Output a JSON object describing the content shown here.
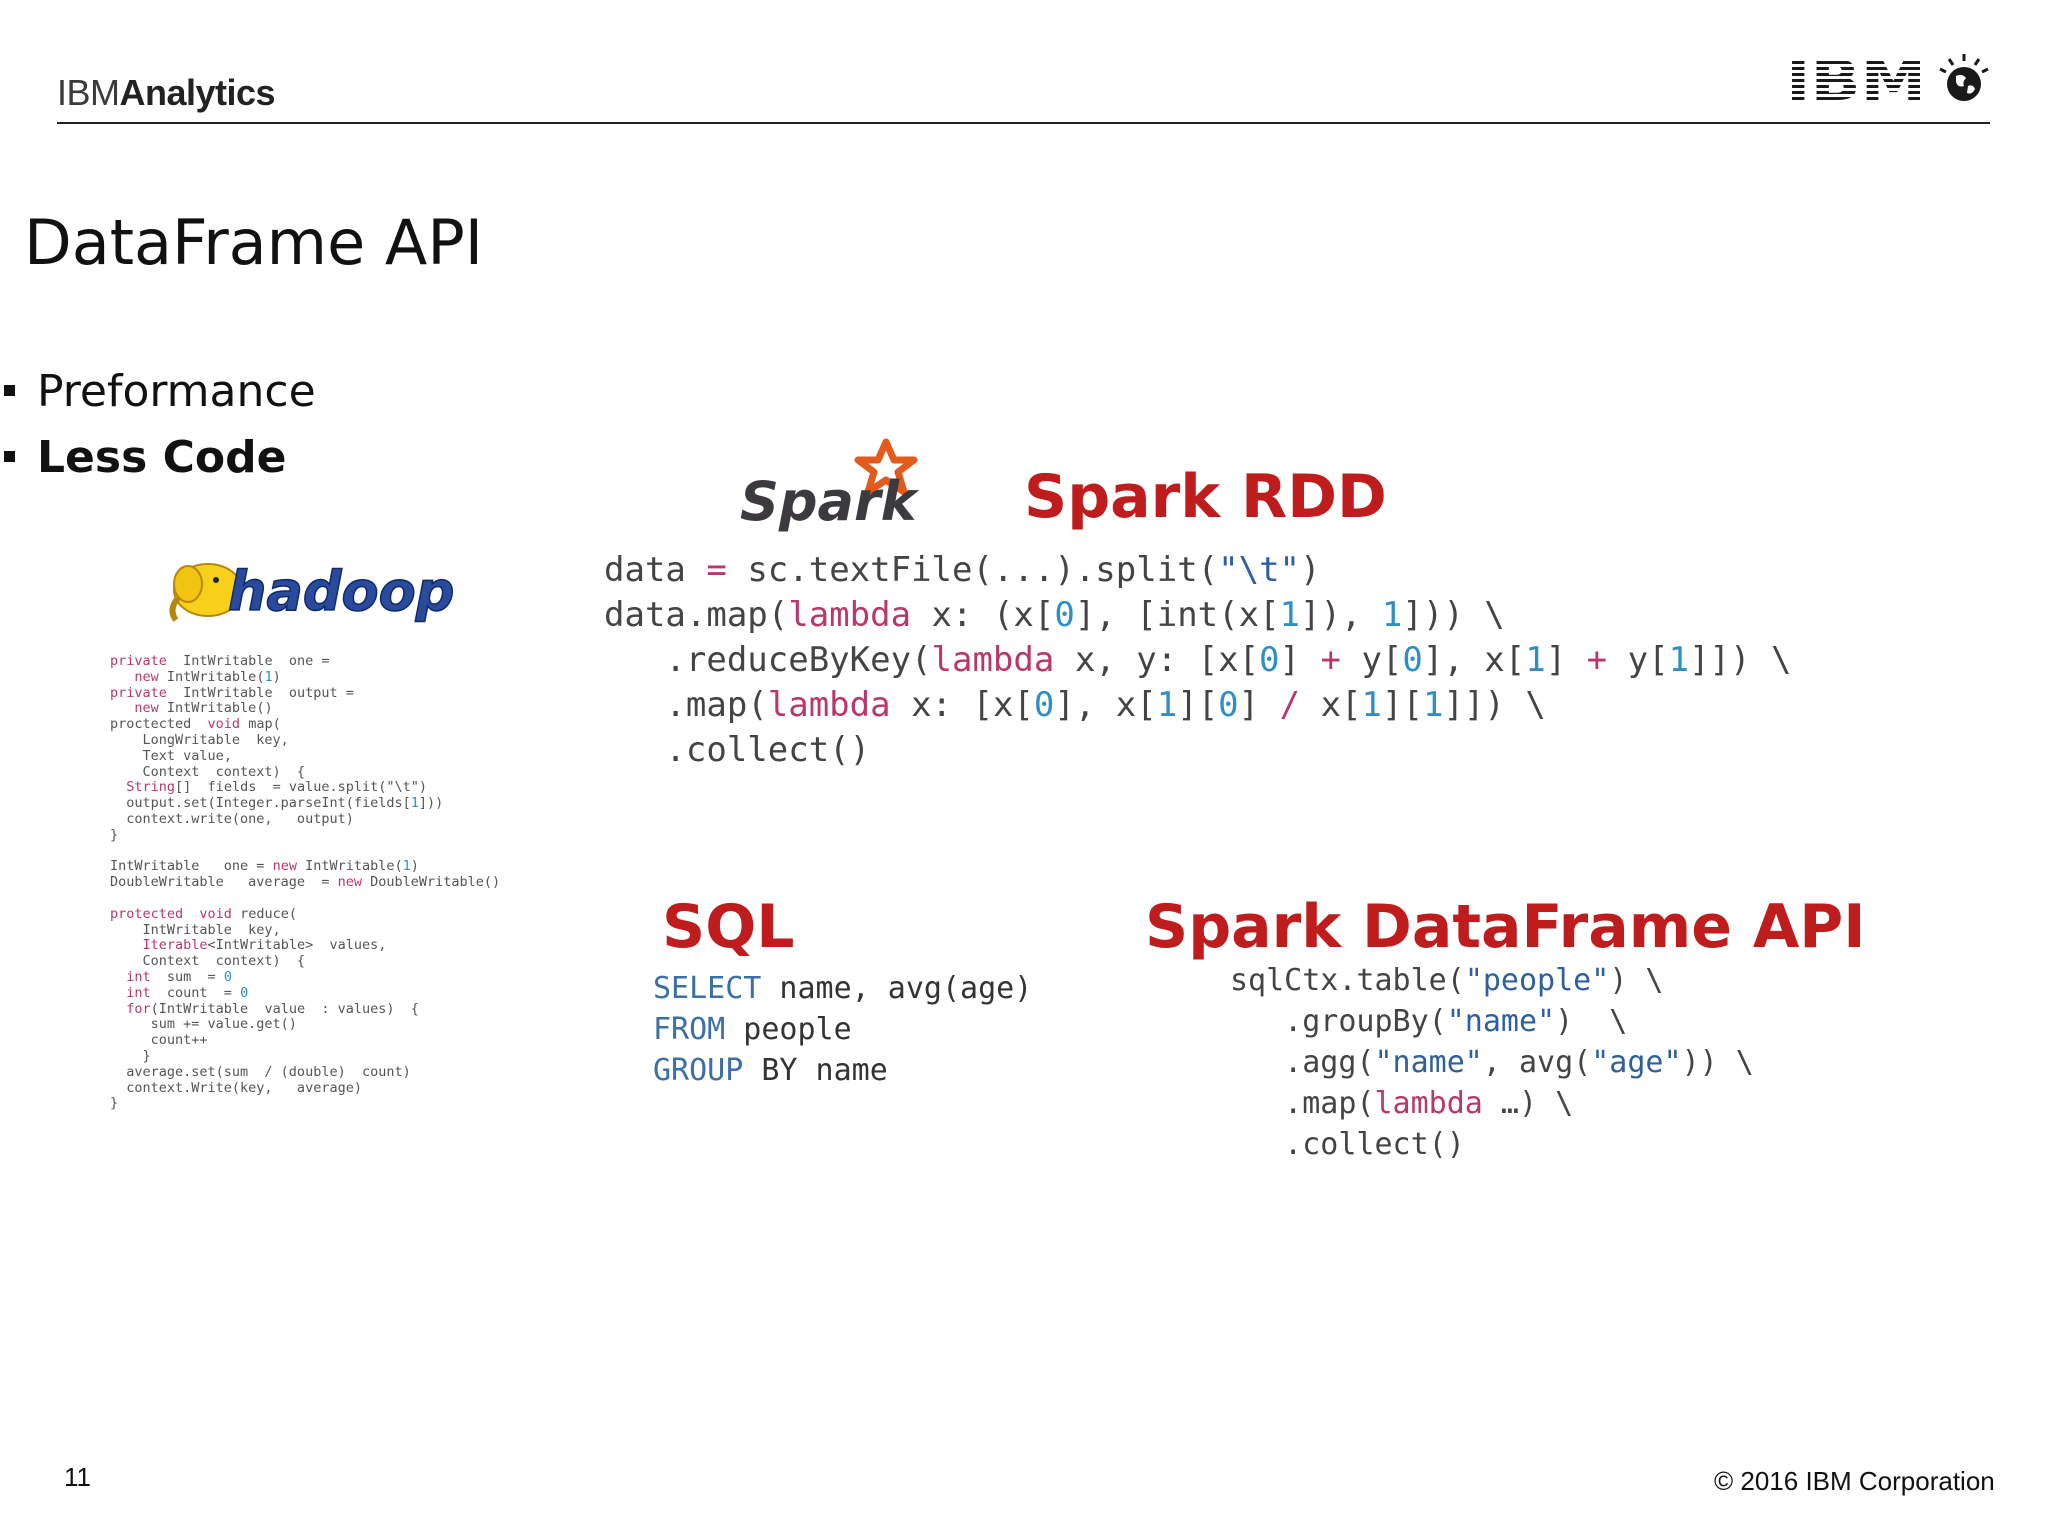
{
  "header": {
    "brand_prefix": "IBM",
    "brand_bold": "Analytics",
    "logo_text": "IBM"
  },
  "slide": {
    "title": "DataFrame API",
    "bullets": [
      "Preformance",
      "Less Code"
    ]
  },
  "hadoop": {
    "logo_text": "hadoop",
    "code_lines": [
      [
        [
          "k",
          "private"
        ],
        [
          "t",
          "  IntWritable  one ="
        ]
      ],
      [
        [
          "t",
          "   "
        ],
        [
          "k",
          "new"
        ],
        [
          "t",
          " IntWritable("
        ],
        [
          "n",
          "1"
        ],
        [
          "t",
          ")"
        ]
      ],
      [
        [
          "k",
          "private"
        ],
        [
          "t",
          "  IntWritable  output ="
        ]
      ],
      [
        [
          "t",
          "   "
        ],
        [
          "k",
          "new"
        ],
        [
          "t",
          " IntWritable()"
        ]
      ],
      [
        [
          "t",
          "proctected  "
        ],
        [
          "k",
          "void"
        ],
        [
          "t",
          " map("
        ]
      ],
      [
        [
          "t",
          "    LongWritable  key,"
        ]
      ],
      [
        [
          "t",
          "    Text value,"
        ]
      ],
      [
        [
          "t",
          "    Context  context)  {"
        ]
      ],
      [
        [
          "t",
          "  "
        ],
        [
          "k",
          "String"
        ],
        [
          "t",
          "[]  fields  = value.split(\"\\t\")"
        ]
      ],
      [
        [
          "t",
          "  output.set(Integer.parseInt(fields["
        ],
        [
          "n",
          "1"
        ],
        [
          "t",
          "]))"
        ]
      ],
      [
        [
          "t",
          "  context.write(one,   output)"
        ]
      ],
      [
        [
          "t",
          "}"
        ]
      ],
      [
        [
          "t",
          ""
        ]
      ],
      [
        [
          "t",
          "IntWritable   one = "
        ],
        [
          "k",
          "new"
        ],
        [
          "t",
          " IntWritable("
        ],
        [
          "n",
          "1"
        ],
        [
          "t",
          ")"
        ]
      ],
      [
        [
          "t",
          "DoubleWritable   average  = "
        ],
        [
          "k",
          "new"
        ],
        [
          "t",
          " DoubleWritable()"
        ]
      ],
      [
        [
          "t",
          ""
        ]
      ],
      [
        [
          "k",
          "protected"
        ],
        [
          "t",
          "  "
        ],
        [
          "k",
          "void"
        ],
        [
          "t",
          " reduce("
        ]
      ],
      [
        [
          "t",
          "    IntWritable  key,"
        ]
      ],
      [
        [
          "t",
          "    "
        ],
        [
          "k",
          "Iterable"
        ],
        [
          "t",
          "<IntWritable>  values,"
        ]
      ],
      [
        [
          "t",
          "    Context  context)  {"
        ]
      ],
      [
        [
          "t",
          "  "
        ],
        [
          "k",
          "int"
        ],
        [
          "t",
          "  sum  = "
        ],
        [
          "n",
          "0"
        ]
      ],
      [
        [
          "t",
          "  "
        ],
        [
          "k",
          "int"
        ],
        [
          "t",
          "  count  = "
        ],
        [
          "n",
          "0"
        ]
      ],
      [
        [
          "t",
          "  "
        ],
        [
          "k",
          "for"
        ],
        [
          "t",
          "(IntWritable  value  : values)  {"
        ]
      ],
      [
        [
          "t",
          "     sum += value.get()"
        ]
      ],
      [
        [
          "t",
          "     count++"
        ]
      ],
      [
        [
          "t",
          "    }"
        ]
      ],
      [
        [
          "t",
          "  average.set(sum  / (double)  count)"
        ]
      ],
      [
        [
          "t",
          "  context.Write(key,   average)"
        ]
      ],
      [
        [
          "t",
          "}"
        ]
      ]
    ]
  },
  "spark_rdd": {
    "logo_text": "Spark",
    "title": "Spark RDD",
    "code_lines": [
      [
        [
          "t",
          "data "
        ],
        [
          "k",
          "="
        ],
        [
          "t",
          " sc.textFile(...).split("
        ],
        [
          "s",
          "\"\\t\""
        ],
        [
          "t",
          ")"
        ]
      ],
      [
        [
          "t",
          "data.map("
        ],
        [
          "k",
          "lambda"
        ],
        [
          "t",
          " x: (x["
        ],
        [
          "n",
          "0"
        ],
        [
          "t",
          "], [int(x["
        ],
        [
          "n",
          "1"
        ],
        [
          "t",
          "]), "
        ],
        [
          "n",
          "1"
        ],
        [
          "t",
          "])) \\"
        ]
      ],
      [
        [
          "t",
          "   .reduceByKey("
        ],
        [
          "k",
          "lambda"
        ],
        [
          "t",
          " x, y: [x["
        ],
        [
          "n",
          "0"
        ],
        [
          "t",
          "] "
        ],
        [
          "k",
          "+"
        ],
        [
          "t",
          " y["
        ],
        [
          "n",
          "0"
        ],
        [
          "t",
          "], x["
        ],
        [
          "n",
          "1"
        ],
        [
          "t",
          "] "
        ],
        [
          "k",
          "+"
        ],
        [
          "t",
          " y["
        ],
        [
          "n",
          "1"
        ],
        [
          "t",
          "]]) \\"
        ]
      ],
      [
        [
          "t",
          "   .map("
        ],
        [
          "k",
          "lambda"
        ],
        [
          "t",
          " x: [x["
        ],
        [
          "n",
          "0"
        ],
        [
          "t",
          "], x["
        ],
        [
          "n",
          "1"
        ],
        [
          "t",
          "]["
        ],
        [
          "n",
          "0"
        ],
        [
          "t",
          "] "
        ],
        [
          "k",
          "/"
        ],
        [
          "t",
          " x["
        ],
        [
          "n",
          "1"
        ],
        [
          "t",
          "]["
        ],
        [
          "n",
          "1"
        ],
        [
          "t",
          "]]) \\"
        ]
      ],
      [
        [
          "t",
          "   .collect()"
        ]
      ]
    ]
  },
  "sql": {
    "title": "SQL",
    "code_lines": [
      [
        [
          "q",
          "SELECT"
        ],
        [
          "t",
          " name, avg(age)"
        ]
      ],
      [
        [
          "q",
          "FROM"
        ],
        [
          "t",
          " people"
        ]
      ],
      [
        [
          "q",
          "GROUP"
        ],
        [
          "t",
          " BY name"
        ]
      ]
    ]
  },
  "dataframe": {
    "title": "Spark DataFrame API",
    "code_lines": [
      [
        [
          "t",
          "sqlCtx.table("
        ],
        [
          "s",
          "\"people\""
        ],
        [
          "t",
          ") \\"
        ]
      ],
      [
        [
          "t",
          "   .groupBy("
        ],
        [
          "s",
          "\"name\""
        ],
        [
          "t",
          ")  \\"
        ]
      ],
      [
        [
          "t",
          "   .agg("
        ],
        [
          "s",
          "\"name\""
        ],
        [
          "t",
          ", avg("
        ],
        [
          "s",
          "\"age\""
        ],
        [
          "t",
          ")) \\"
        ]
      ],
      [
        [
          "t",
          "   .map("
        ],
        [
          "k",
          "lambda"
        ],
        [
          "t",
          " …) \\"
        ]
      ],
      [
        [
          "t",
          "   .collect()"
        ]
      ]
    ]
  },
  "footer": {
    "page_number": "11",
    "copyright": "© 2016 IBM Corporation"
  },
  "colors": {
    "section_title": "#bf1d1d",
    "keyword": "#b8386e",
    "number": "#2f8fc4",
    "string": "#2e5f9e",
    "hadoop_yellow": "#f7d01b",
    "hadoop_blue": "#2a4b9c"
  }
}
